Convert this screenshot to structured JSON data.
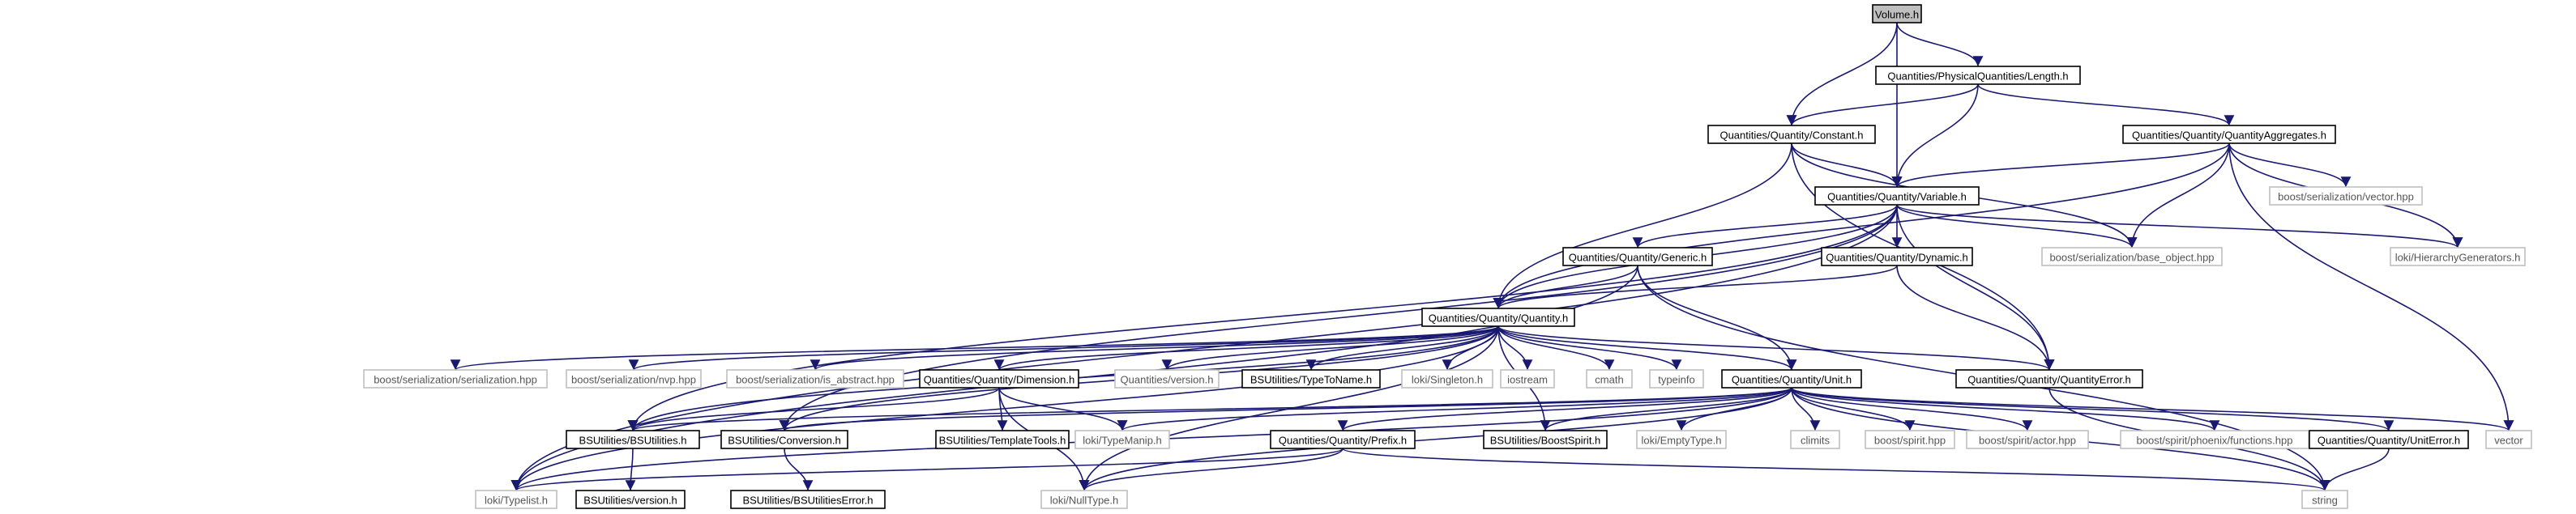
{
  "colors": {
    "edge": "#191970",
    "box_border": "#000000",
    "missing_border": "#bfbfbf",
    "focus_fill": "#bfbfbf",
    "text": "#000000",
    "missing_text": "#555555"
  },
  "nodes": [
    {
      "id": "volume",
      "label": "Volume.h",
      "style": "focus"
    },
    {
      "id": "length",
      "label": "Quantities/PhysicalQuantities/Length.h",
      "style": "box"
    },
    {
      "id": "constant",
      "label": "Quantities/Quantity/Constant.h",
      "style": "box"
    },
    {
      "id": "aggregates",
      "label": "Quantities/Quantity/QuantityAggregates.h",
      "style": "box"
    },
    {
      "id": "variable",
      "label": "Quantities/Quantity/Variable.h",
      "style": "box"
    },
    {
      "id": "vector_hpp",
      "label": "boost/serialization/vector.hpp",
      "style": "missing"
    },
    {
      "id": "generic",
      "label": "Quantities/Quantity/Generic.h",
      "style": "box"
    },
    {
      "id": "dynamic",
      "label": "Quantities/Quantity/Dynamic.h",
      "style": "box"
    },
    {
      "id": "base_object",
      "label": "boost/serialization/base_object.hpp",
      "style": "missing"
    },
    {
      "id": "hiergen",
      "label": "loki/HierarchyGenerators.h",
      "style": "missing"
    },
    {
      "id": "quantity",
      "label": "Quantities/Quantity/Quantity.h",
      "style": "box"
    },
    {
      "id": "serialization",
      "label": "boost/serialization/serialization.hpp",
      "style": "missing"
    },
    {
      "id": "nvp",
      "label": "boost/serialization/nvp.hpp",
      "style": "missing"
    },
    {
      "id": "is_abstract",
      "label": "boost/serialization/is_abstract.hpp",
      "style": "missing"
    },
    {
      "id": "dimension",
      "label": "Quantities/Quantity/Dimension.h",
      "style": "box"
    },
    {
      "id": "qversion",
      "label": "Quantities/version.h",
      "style": "missing"
    },
    {
      "id": "typetoname",
      "label": "BSUtilities/TypeToName.h",
      "style": "box"
    },
    {
      "id": "singleton",
      "label": "loki/Singleton.h",
      "style": "missing"
    },
    {
      "id": "iostream",
      "label": "iostream",
      "style": "missing"
    },
    {
      "id": "cmath",
      "label": "cmath",
      "style": "missing"
    },
    {
      "id": "typeinfo",
      "label": "typeinfo",
      "style": "missing"
    },
    {
      "id": "unit",
      "label": "Quantities/Quantity/Unit.h",
      "style": "box"
    },
    {
      "id": "qerror",
      "label": "Quantities/Quantity/QuantityError.h",
      "style": "box"
    },
    {
      "id": "bsutilities",
      "label": "BSUtilities/BSUtilities.h",
      "style": "box"
    },
    {
      "id": "conversion",
      "label": "BSUtilities/Conversion.h",
      "style": "box"
    },
    {
      "id": "templatetools",
      "label": "BSUtilities/TemplateTools.h",
      "style": "box"
    },
    {
      "id": "typemanip",
      "label": "loki/TypeManip.h",
      "style": "missing"
    },
    {
      "id": "prefix",
      "label": "Quantities/Quantity/Prefix.h",
      "style": "box"
    },
    {
      "id": "boostspirit",
      "label": "BSUtilities/BoostSpirit.h",
      "style": "box"
    },
    {
      "id": "emptytype",
      "label": "loki/EmptyType.h",
      "style": "missing"
    },
    {
      "id": "climits",
      "label": "climits",
      "style": "missing"
    },
    {
      "id": "spirit_hpp",
      "label": "boost/spirit.hpp",
      "style": "missing"
    },
    {
      "id": "actor",
      "label": "boost/spirit/actor.hpp",
      "style": "missing"
    },
    {
      "id": "phoenix",
      "label": "boost/spirit/phoenix/functions.hpp",
      "style": "missing"
    },
    {
      "id": "uniterror",
      "label": "Quantities/Quantity/UnitError.h",
      "style": "box"
    },
    {
      "id": "vector",
      "label": "vector",
      "style": "missing"
    },
    {
      "id": "typelist",
      "label": "loki/Typelist.h",
      "style": "missing"
    },
    {
      "id": "bsversion",
      "label": "BSUtilities/version.h",
      "style": "box"
    },
    {
      "id": "bsuerror",
      "label": "BSUtilities/BSUtilitiesError.h",
      "style": "box"
    },
    {
      "id": "nulltype",
      "label": "loki/NullType.h",
      "style": "missing"
    },
    {
      "id": "string",
      "label": "string",
      "style": "missing"
    }
  ],
  "edges": [
    [
      "volume",
      "constant"
    ],
    [
      "volume",
      "variable"
    ],
    [
      "volume",
      "length"
    ],
    [
      "length",
      "constant"
    ],
    [
      "length",
      "aggregates"
    ],
    [
      "length",
      "variable"
    ],
    [
      "constant",
      "variable"
    ],
    [
      "constant",
      "quantity"
    ],
    [
      "constant",
      "base_object"
    ],
    [
      "constant",
      "qerror"
    ],
    [
      "aggregates",
      "variable"
    ],
    [
      "aggregates",
      "quantity"
    ],
    [
      "aggregates",
      "vector_hpp"
    ],
    [
      "aggregates",
      "base_object"
    ],
    [
      "aggregates",
      "hiergen"
    ],
    [
      "aggregates",
      "vector"
    ],
    [
      "variable",
      "generic"
    ],
    [
      "variable",
      "dynamic"
    ],
    [
      "variable",
      "quantity"
    ],
    [
      "variable",
      "base_object"
    ],
    [
      "variable",
      "hiergen"
    ],
    [
      "variable",
      "qerror"
    ],
    [
      "variable",
      "bsutilities"
    ],
    [
      "variable",
      "typelist"
    ],
    [
      "variable",
      "conversion"
    ],
    [
      "generic",
      "quantity"
    ],
    [
      "generic",
      "unit"
    ],
    [
      "generic",
      "string"
    ],
    [
      "generic",
      "typelist"
    ],
    [
      "dynamic",
      "quantity"
    ],
    [
      "dynamic",
      "qerror"
    ],
    [
      "quantity",
      "serialization"
    ],
    [
      "quantity",
      "nvp"
    ],
    [
      "quantity",
      "is_abstract"
    ],
    [
      "quantity",
      "dimension"
    ],
    [
      "quantity",
      "qversion"
    ],
    [
      "quantity",
      "typetoname"
    ],
    [
      "quantity",
      "singleton"
    ],
    [
      "quantity",
      "iostream"
    ],
    [
      "quantity",
      "cmath"
    ],
    [
      "quantity",
      "typeinfo"
    ],
    [
      "quantity",
      "unit"
    ],
    [
      "quantity",
      "qerror"
    ],
    [
      "quantity",
      "bsutilities"
    ],
    [
      "quantity",
      "conversion"
    ],
    [
      "quantity",
      "boostspirit"
    ],
    [
      "quantity",
      "typelist"
    ],
    [
      "quantity",
      "nulltype"
    ],
    [
      "dimension",
      "bsutilities"
    ],
    [
      "dimension",
      "templatetools"
    ],
    [
      "dimension",
      "typemanip"
    ],
    [
      "dimension",
      "nulltype"
    ],
    [
      "unit",
      "prefix"
    ],
    [
      "unit",
      "typemanip"
    ],
    [
      "unit",
      "boostspirit"
    ],
    [
      "unit",
      "emptytype"
    ],
    [
      "unit",
      "climits"
    ],
    [
      "unit",
      "spirit_hpp"
    ],
    [
      "unit",
      "actor"
    ],
    [
      "unit",
      "phoenix"
    ],
    [
      "unit",
      "uniterror"
    ],
    [
      "unit",
      "vector"
    ],
    [
      "unit",
      "string"
    ],
    [
      "unit",
      "typelist"
    ],
    [
      "unit",
      "nulltype"
    ],
    [
      "unit",
      "conversion"
    ],
    [
      "unit",
      "bsutilities"
    ],
    [
      "qerror",
      "string"
    ],
    [
      "bsutilities",
      "bsversion"
    ],
    [
      "conversion",
      "bsuerror"
    ],
    [
      "prefix",
      "typelist"
    ],
    [
      "prefix",
      "nulltype"
    ],
    [
      "prefix",
      "string"
    ],
    [
      "uniterror",
      "string"
    ]
  ]
}
